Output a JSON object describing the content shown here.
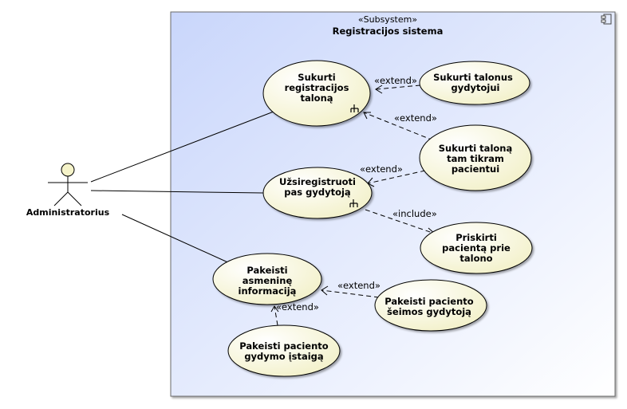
{
  "subsystem": {
    "stereotype": "«Subsystem»",
    "name": "Registracijos sistema"
  },
  "actor": {
    "name": "Administratorius"
  },
  "use_cases": {
    "create_ticket": [
      "Sukurti",
      "registracijos",
      "taloną"
    ],
    "create_tickets_doctor": [
      "Sukurti talonus",
      "gydytojui"
    ],
    "create_ticket_patient": [
      "Sukurti taloną",
      "tam tikram",
      "pacientui"
    ],
    "register_doctor": [
      "Užsiregistruoti",
      "pas gydytoją"
    ],
    "assign_patient": [
      "Priskirti",
      "pacientą prie",
      "talono"
    ],
    "change_personal": [
      "Pakeisti",
      "asmeninę",
      "informaciją"
    ],
    "change_family_doctor": [
      "Pakeisti paciento",
      "šeimos gydytoją"
    ],
    "change_institution": [
      "Pakeisti paciento",
      "gydymo įstaigą"
    ]
  },
  "relations": {
    "extend_label": "«extend»",
    "include_label": "«include»"
  },
  "colors": {
    "frame_gradient_start": "#c9d6fb",
    "frame_gradient_end": "#ffffff",
    "use_case_fill_start": "#ffffff",
    "use_case_fill_end": "#f2f0c7",
    "actor_fill": "#f5f3c9"
  }
}
